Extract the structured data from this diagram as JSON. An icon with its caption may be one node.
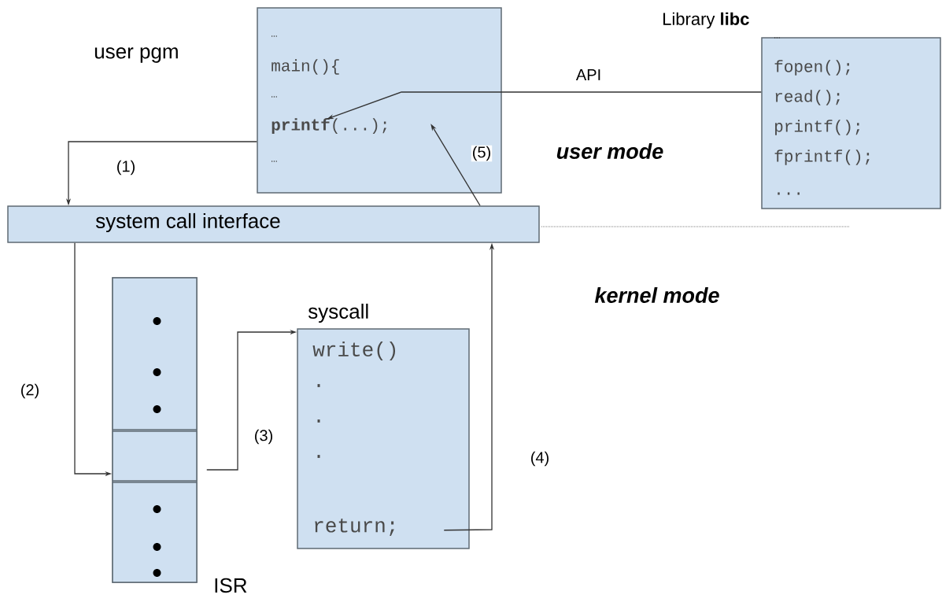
{
  "diagram": {
    "nodes": [
      {
        "text": [
          "user pgm",
          "…",
          "main(){",
          "…",
          "**printf**(...);",
          "…"
        ]
      },
      {
        "text": [
          "Library **libc**",
          "…",
          "fopen();",
          "read();",
          "printf();",
          "fprintf();",
          "..."
        ]
      },
      {
        "text": [
          "system call interface"
        ]
      },
      {
        "text": [
          "ISR"
        ]
      },
      {
        "text": [],
        "shape": "box",
        "in": 3
      },
      {
        "text": [],
        "shape": "box",
        "in": 3
      },
      {
        "text": [],
        "shape": "box",
        "in": 3
      },
      {
        "text": [
          "syscall",
          "write()",
          ".",
          ".",
          ".",
          "return;"
        ]
      }
    ],
    "edges": [
      {
        "from": 1,
        "to": 0,
        "arrow": "to",
        "label": "API"
      },
      {
        "from": 0,
        "to": 2,
        "arrow": "to",
        "label": "(1)"
      },
      {
        "from": 2,
        "to": 5,
        "arrow": "to",
        "label": "(2)"
      },
      {
        "from": 5,
        "to": 7,
        "arrow": "to",
        "label": "(3)"
      },
      {
        "from": 7,
        "to": 2,
        "arrow": "to",
        "label": "(4)"
      },
      {
        "from": 2,
        "to": 0,
        "arrow": "to",
        "label": "(5)"
      }
    ],
    "labels": [
      "user mode",
      "kernel mode"
    ]
  }
}
